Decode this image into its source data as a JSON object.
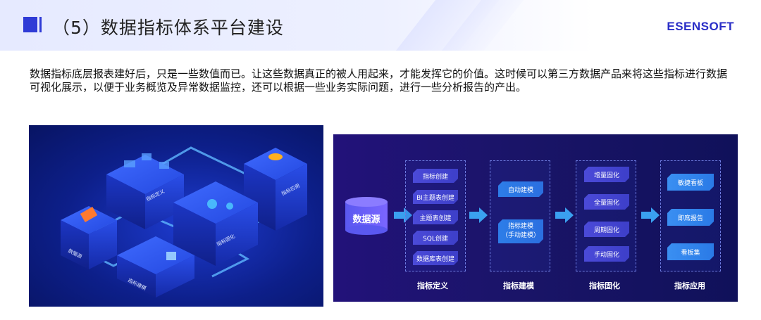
{
  "header": {
    "title": "（5）数据指标体系平台建设",
    "brand": "ESENSOFT"
  },
  "intro": {
    "paragraph": "数据指标底层报表建好后，只是一些数值而已。让这些数据真正的被人用起来，才能发挥它的价值。这时候可以第三方数据产品来将这些指标进行数据可视化展示，以便于业务概览及异常数据监控，还可以根据一些业务实际问题，进行一些分析报告的产出。"
  },
  "left_illustration": {
    "labels": [
      "指标定义",
      "指标固化",
      "指标应用",
      "数据源",
      "指标建模"
    ]
  },
  "flow_diagram": {
    "datasource": "数据源",
    "columns": [
      {
        "title": "指标定义",
        "items": [
          "指标创建",
          "BI主题表创建",
          "主题表创建",
          "SQL创建",
          "数据库表创建"
        ]
      },
      {
        "title": "指标建模",
        "items": [
          "自动建模",
          "指标建模\n（手动建模）"
        ]
      },
      {
        "title": "指标固化",
        "items": [
          "增量固化",
          "全量固化",
          "周期固化",
          "手动固化"
        ]
      },
      {
        "title": "指标应用",
        "items": [
          "敏捷看板",
          "即席报告",
          "看板集"
        ]
      }
    ],
    "colors": {
      "pill_purple": "#4b4ad8",
      "pill_blue": "#2b7ae6",
      "arrow": "#3aa0f0"
    }
  }
}
